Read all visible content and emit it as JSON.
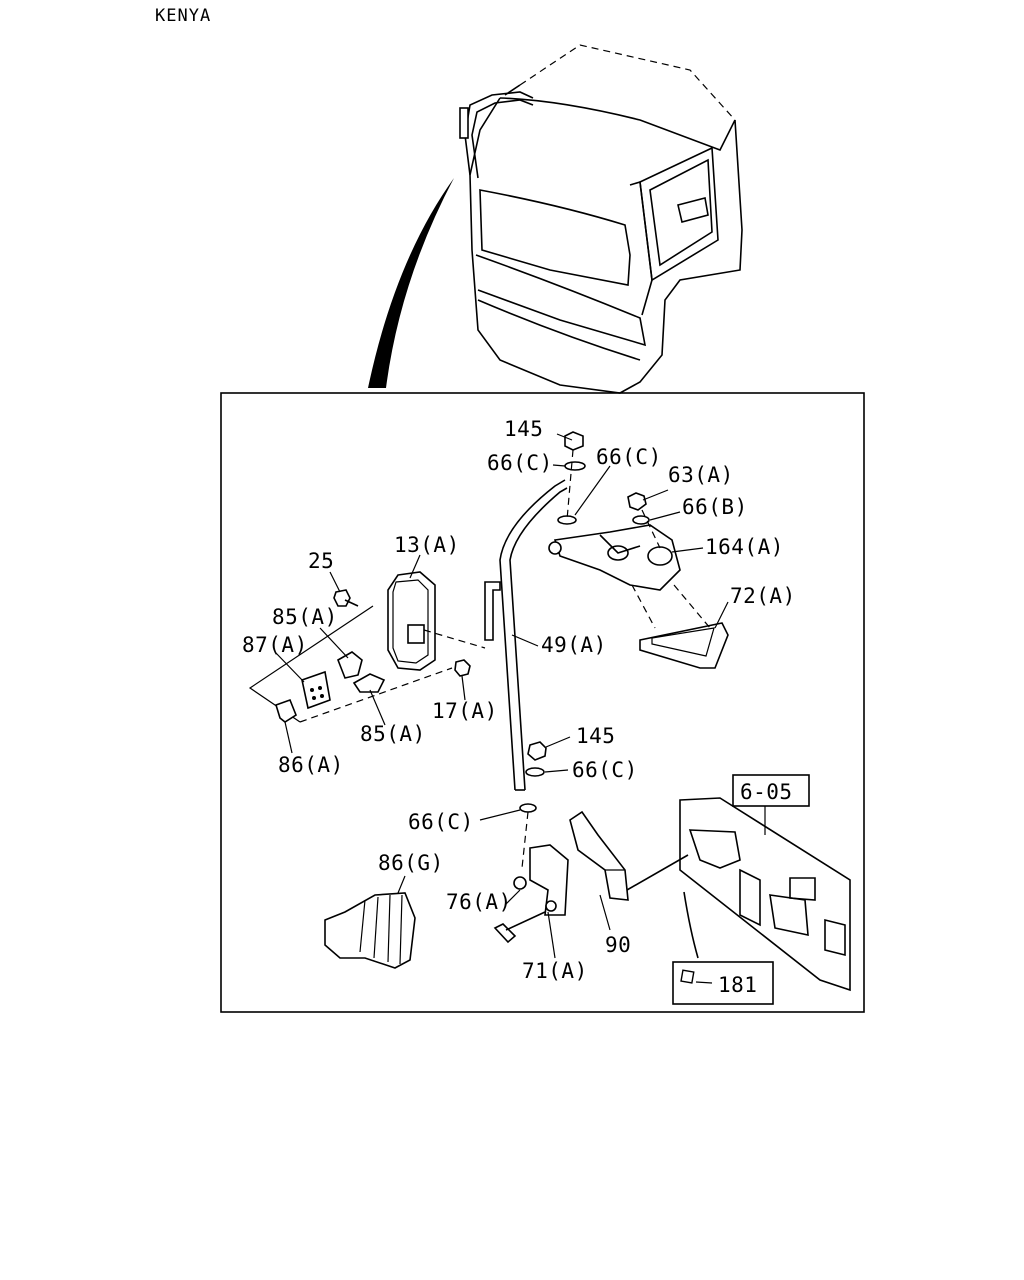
{
  "header": {
    "region": "KENYA"
  },
  "refs": {
    "section": "6-05",
    "item_181": "181"
  },
  "labels": {
    "l145_top": "145",
    "l66c_a": "66(C)",
    "l66c_b": "66(C)",
    "l63a": "63(A)",
    "l66b": "66(B)",
    "l164a": "164(A)",
    "l72a": "72(A)",
    "l13a": "13(A)",
    "l25": "25",
    "l85a_top": "85(A)",
    "l87a": "87(A)",
    "l49a": "49(A)",
    "l17a": "17(A)",
    "l85a_bot": "85(A)",
    "l86a": "86(A)",
    "l145_mid": "145",
    "l66c_c": "66(C)",
    "l66c_d": "66(C)",
    "l86g": "86(G)",
    "l76a": "76(A)",
    "l90": "90",
    "l71a": "71(A)"
  }
}
